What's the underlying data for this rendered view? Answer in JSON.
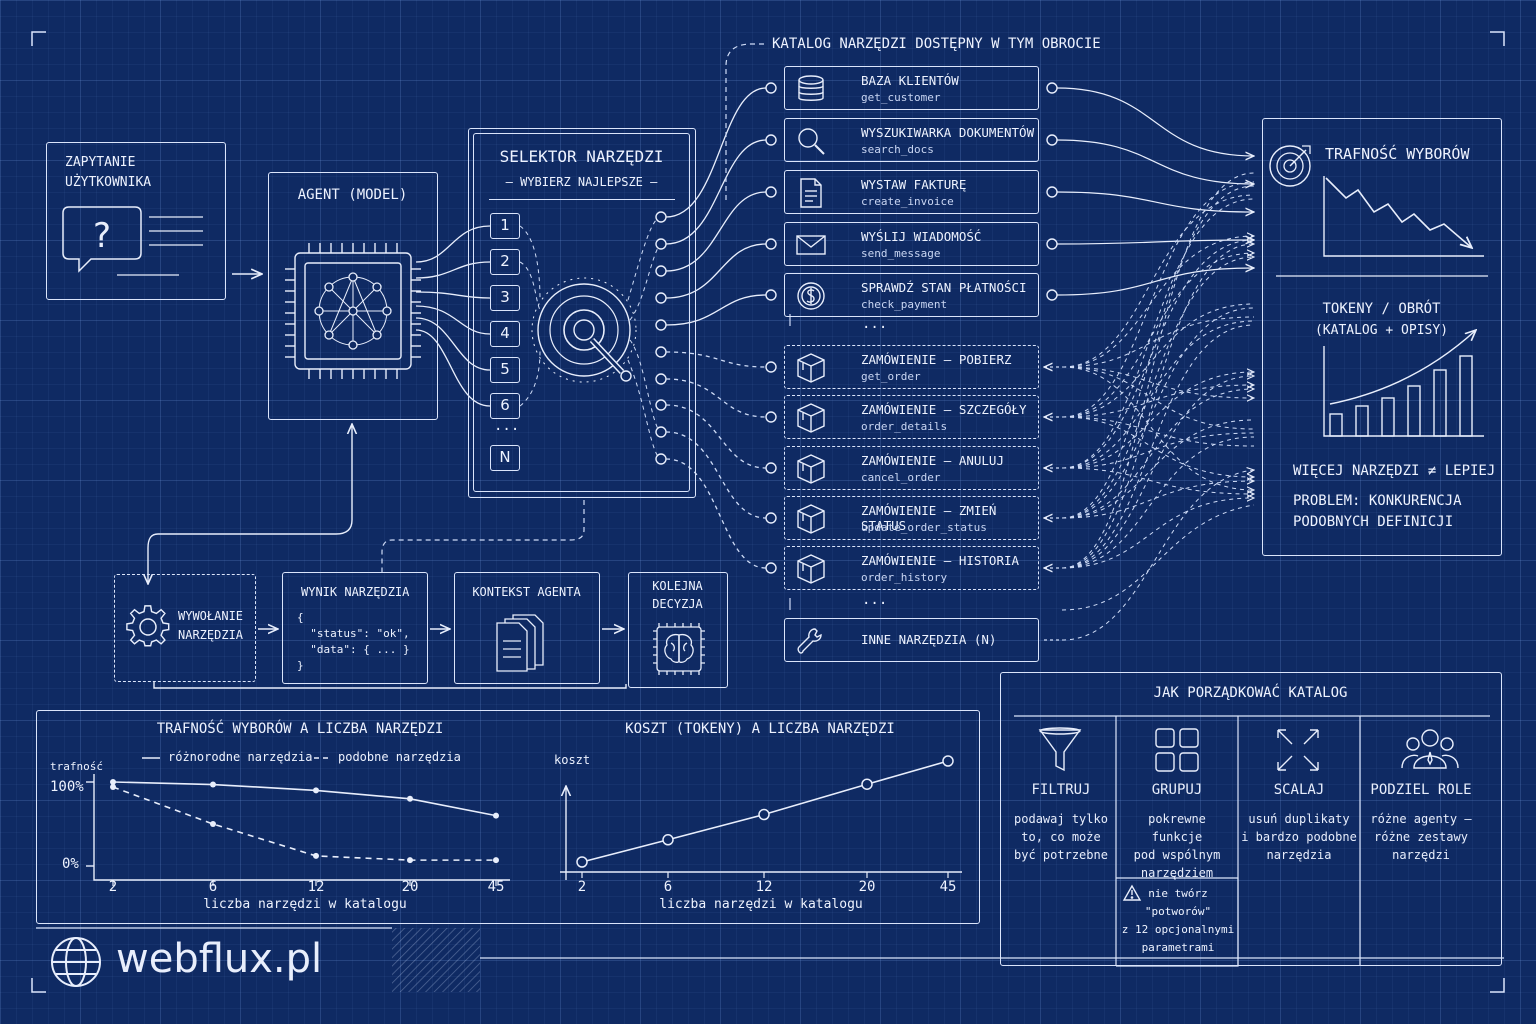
{
  "catalog": {
    "title": "KATALOG NARZĘDZI DOSTĘPNY W TYM OBROCIE",
    "tools": [
      {
        "name": "BAZA KLIENTÓW",
        "fn": "get_customer",
        "icon": "database-icon",
        "dashed": false
      },
      {
        "name": "WYSZUKIWARKA DOKUMENTÓW",
        "fn": "search_docs",
        "icon": "magnifier-icon",
        "dashed": false
      },
      {
        "name": "WYSTAW FAKTURĘ",
        "fn": "create_invoice",
        "icon": "invoice-icon",
        "dashed": false
      },
      {
        "name": "WYŚLIJ WIADOMOŚĆ",
        "fn": "send_message",
        "icon": "envelope-icon",
        "dashed": false
      },
      {
        "name": "SPRAWDŹ STAN PŁATNOŚCI",
        "fn": "check_payment",
        "icon": "dollar-coin-icon",
        "dashed": false
      },
      {
        "name": "ZAMÓWIENIE – POBIERZ",
        "fn": "get_order",
        "icon": "package-icon",
        "dashed": true
      },
      {
        "name": "ZAMÓWIENIE – SZCZEGÓŁY",
        "fn": "order_details",
        "icon": "package-icon",
        "dashed": true
      },
      {
        "name": "ZAMÓWIENIE – ANULUJ",
        "fn": "cancel_order",
        "icon": "package-icon",
        "dashed": true
      },
      {
        "name": "ZAMÓWIENIE – ZMIEŃ STATUS",
        "fn": "update_order_status",
        "icon": "package-icon",
        "dashed": true
      },
      {
        "name": "ZAMÓWIENIE – HISTORIA",
        "fn": "order_history",
        "icon": "package-icon",
        "dashed": true
      }
    ],
    "ellipsis": "...",
    "other": "INNE NARZĘDZIA (N)"
  },
  "query": {
    "line1": "ZAPYTANIE",
    "line2": "UŻYTKOWNIKA"
  },
  "agent": {
    "title": "AGENT (MODEL)"
  },
  "selector": {
    "title": "SELEKTOR NARZĘDZI",
    "subtitle": "— WYBIERZ NAJLEPSZE —",
    "slots": [
      "1",
      "2",
      "3",
      "4",
      "5",
      "6",
      "...",
      "N"
    ]
  },
  "loop": {
    "call": {
      "line1": "WYWOŁANIE",
      "line2": "NARZĘDZIA"
    },
    "result": {
      "title": "WYNIK NARZĘDZIA",
      "code": [
        "{",
        "  \"status\": \"ok\",",
        "  \"data\": { ... }",
        "}"
      ]
    },
    "context": {
      "title": "KONTEKST AGENTA"
    },
    "decision": {
      "line1": "KOLEJNA",
      "line2": "DECYZJA"
    }
  },
  "metrics": {
    "accuracy_title": "TRAFNOŚĆ WYBORÓW",
    "tokens_title": "TOKENY / OBRÓT",
    "tokens_sub": "(KATALOG + OPISY)",
    "note1": "WIĘCEJ NARZĘDZI ≠ LEPIEJ",
    "note2a": "PROBLEM: KONKURENCJA",
    "note2b": "PODOBNYCH DEFINICJI"
  },
  "chart_data": [
    {
      "type": "line",
      "title": "TRAFNOŚĆ WYBORÓW A LICZBA NARZĘDZI",
      "xlabel": "liczba narzędzi w katalogu",
      "ylabel": "trafność",
      "categories": [
        "2",
        "6",
        "12",
        "20",
        "45"
      ],
      "yticks": [
        "100%",
        "0%"
      ],
      "ylim": [
        0,
        100
      ],
      "series": [
        {
          "name": "różnorodne narzędzia",
          "style": "solid",
          "values": [
            100,
            97,
            90,
            80,
            60
          ]
        },
        {
          "name": "podobne narzędzia",
          "style": "dashed",
          "values": [
            94,
            50,
            12,
            7,
            7
          ]
        }
      ]
    },
    {
      "type": "line",
      "title": "KOSZT (TOKENY) A LICZBA NARZĘDZI",
      "xlabel": "liczba narzędzi w katalogu",
      "ylabel": "koszt",
      "categories": [
        "2",
        "6",
        "12",
        "20",
        "45"
      ],
      "ylim": [
        0,
        100
      ],
      "series": [
        {
          "values": [
            0,
            22,
            47,
            77,
            100
          ]
        }
      ]
    }
  ],
  "organize": {
    "title": "JAK PORZĄDKOWAĆ KATALOG",
    "items": [
      {
        "title": "FILTRUJ",
        "desc": "podawaj tylko\nto, co może\nbyć potrzebne",
        "icon": "funnel-icon"
      },
      {
        "title": "GRUPUJ",
        "desc": "pokrewne\nfunkcje\npod wspólnym\nnarzędziem",
        "icon": "grid-icon"
      },
      {
        "title": "SCALAJ",
        "desc": "usuń duplikaty\ni bardzo podobne\nnarzędzia",
        "icon": "merge-arrows-icon"
      },
      {
        "title": "PODZIEL ROLE",
        "desc": "różne agenty –\nróżne zestawy\nnarzędzi",
        "icon": "team-icon"
      }
    ],
    "warning": "nie twórz\n\"potworów\"\nz 12 opcjonalnymi\nparametrami"
  },
  "brand": {
    "name": "webflux.pl"
  }
}
